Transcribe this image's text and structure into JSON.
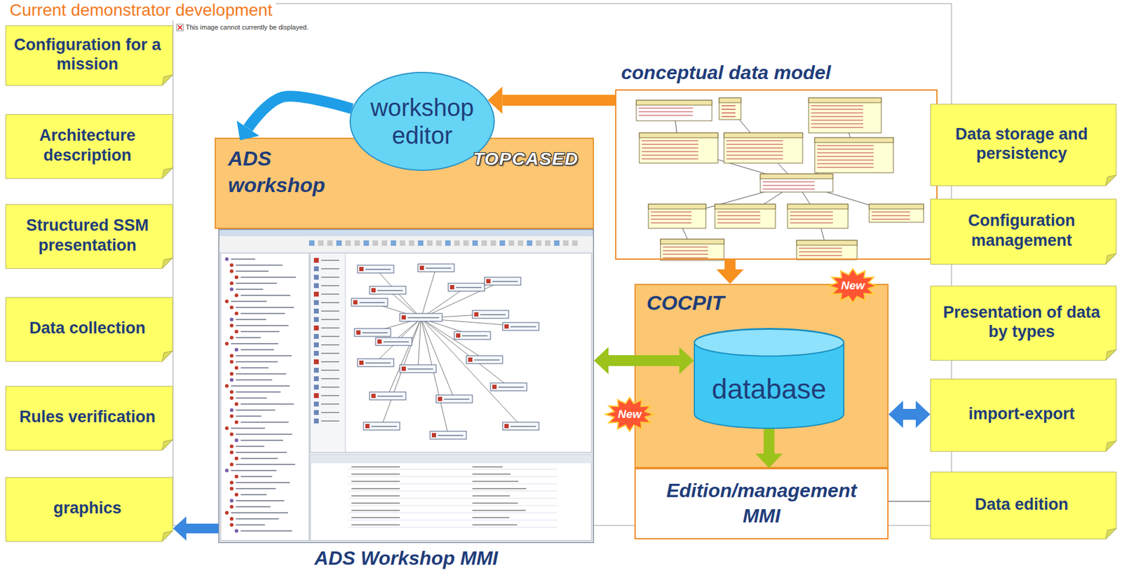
{
  "diagram": {
    "title": "Current demonstrator development",
    "nodes": [
      {
        "text": [
          "Configuration for a mission"
        ]
      },
      {
        "text": [
          "Architecture description"
        ]
      },
      {
        "text": [
          "Structured SSM presentation"
        ]
      },
      {
        "text": [
          "Data collection"
        ]
      },
      {
        "text": [
          "Rules verification"
        ]
      },
      {
        "text": [
          "graphics"
        ]
      },
      {
        "text": [
          "conceptual data model"
        ]
      },
      {
        "text": [
          "workshop editor"
        ]
      },
      {
        "text": [
          "ADS workshop"
        ]
      },
      {
        "text": [
          "ADS Workshop MMI"
        ]
      },
      {
        "text": [
          "COCPIT"
        ]
      },
      {
        "text": [
          "database"
        ],
        "in": 10
      },
      {
        "text": [
          "Edition/management MMI"
        ]
      },
      {
        "text": [
          "Data storage and persistency"
        ]
      },
      {
        "text": [
          "Configuration management"
        ]
      },
      {
        "text": [
          "Presentation of data by types"
        ]
      },
      {
        "text": [
          "import-export"
        ]
      },
      {
        "text": [
          "Data edition"
        ]
      }
    ],
    "edges": [
      {
        "from": 6,
        "to": 7,
        "arrow": "to"
      },
      {
        "from": 7,
        "to": 8,
        "arrow": "to"
      },
      {
        "from": 6,
        "to": 10,
        "arrow": "to"
      },
      {
        "from": 9,
        "to": 11,
        "arrow": "both"
      },
      {
        "from": 11,
        "to": 12,
        "arrow": "to"
      },
      {
        "from": 10,
        "to": 16,
        "arrow": "both"
      },
      {
        "from": 9,
        "to": 5,
        "arrow": "to"
      },
      {
        "from": 12,
        "to": 17,
        "arrow": "none"
      }
    ],
    "labels": [
      "This image cannot currently be displayed.",
      "TOPCASED",
      "New",
      "New"
    ]
  }
}
